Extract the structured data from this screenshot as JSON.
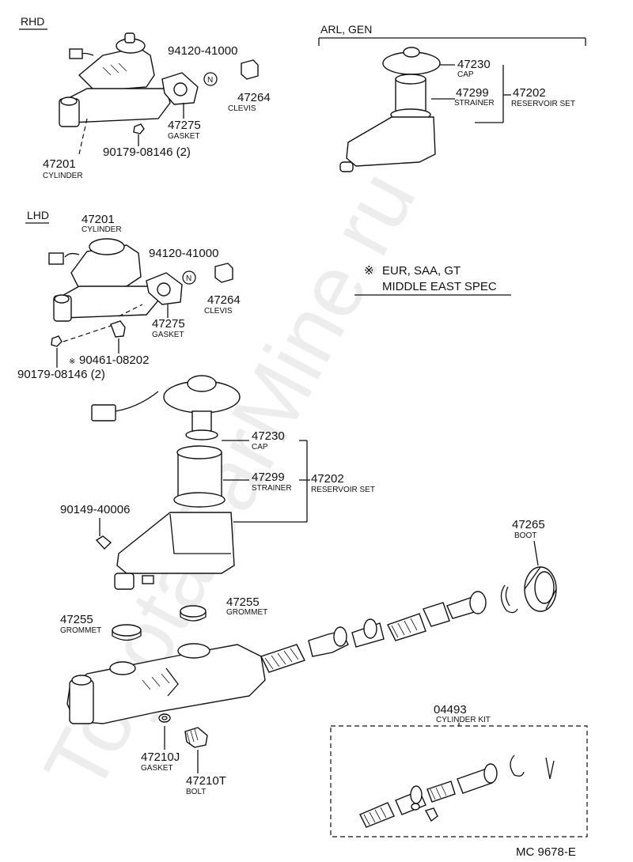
{
  "sections": {
    "rhd": "RHD",
    "lhd": "LHD",
    "arl_gen": "ARL, GEN"
  },
  "spec_note": {
    "symbol": "※",
    "line1": "EUR, SAA, GT",
    "line2": "MIDDLE EAST SPEC"
  },
  "rhd": {
    "part_94120": "94120-41000",
    "part_47264": "47264",
    "name_clevis": "CLEVIS",
    "part_47275": "47275",
    "name_gasket": "GASKET",
    "part_90179": "90179-08146 (2)",
    "part_47201": "47201",
    "name_cylinder": "CYLINDER"
  },
  "arl": {
    "part_47230": "47230",
    "name_cap": "CAP",
    "part_47299": "47299",
    "name_strainer": "STRAINER",
    "part_47202": "47202",
    "name_reservoir": "RESERVOIR SET"
  },
  "lhd": {
    "part_47201": "47201",
    "name_cylinder": "CYLINDER",
    "part_94120": "94120-41000",
    "part_47264": "47264",
    "name_clevis": "CLEVIS",
    "part_47275": "47275",
    "name_gasket": "GASKET",
    "part_90461": "90461-08202",
    "part_90179": "90179-08146 (2)"
  },
  "main": {
    "part_47230": "47230",
    "name_cap": "CAP",
    "part_47299": "47299",
    "name_strainer": "STRAINER",
    "part_47202": "47202",
    "name_reservoir": "RESERVOIR SET",
    "part_90149": "90149-40006",
    "part_47265": "47265",
    "name_boot": "BOOT",
    "part_47255a": "47255",
    "name_grommet_a": "GROMMET",
    "part_47255b": "47255",
    "name_grommet_b": "GROMMET",
    "part_47210j": "47210J",
    "name_gasket": "GASKET",
    "part_47210t": "47210T",
    "name_bolt": "BOLT"
  },
  "kit": {
    "part_04493": "04493",
    "name_kit": "CYLINDER KIT"
  },
  "n_marker": "N",
  "drawing_code": "MC 9678-E",
  "watermark": "ToyotaCarMine.ru"
}
